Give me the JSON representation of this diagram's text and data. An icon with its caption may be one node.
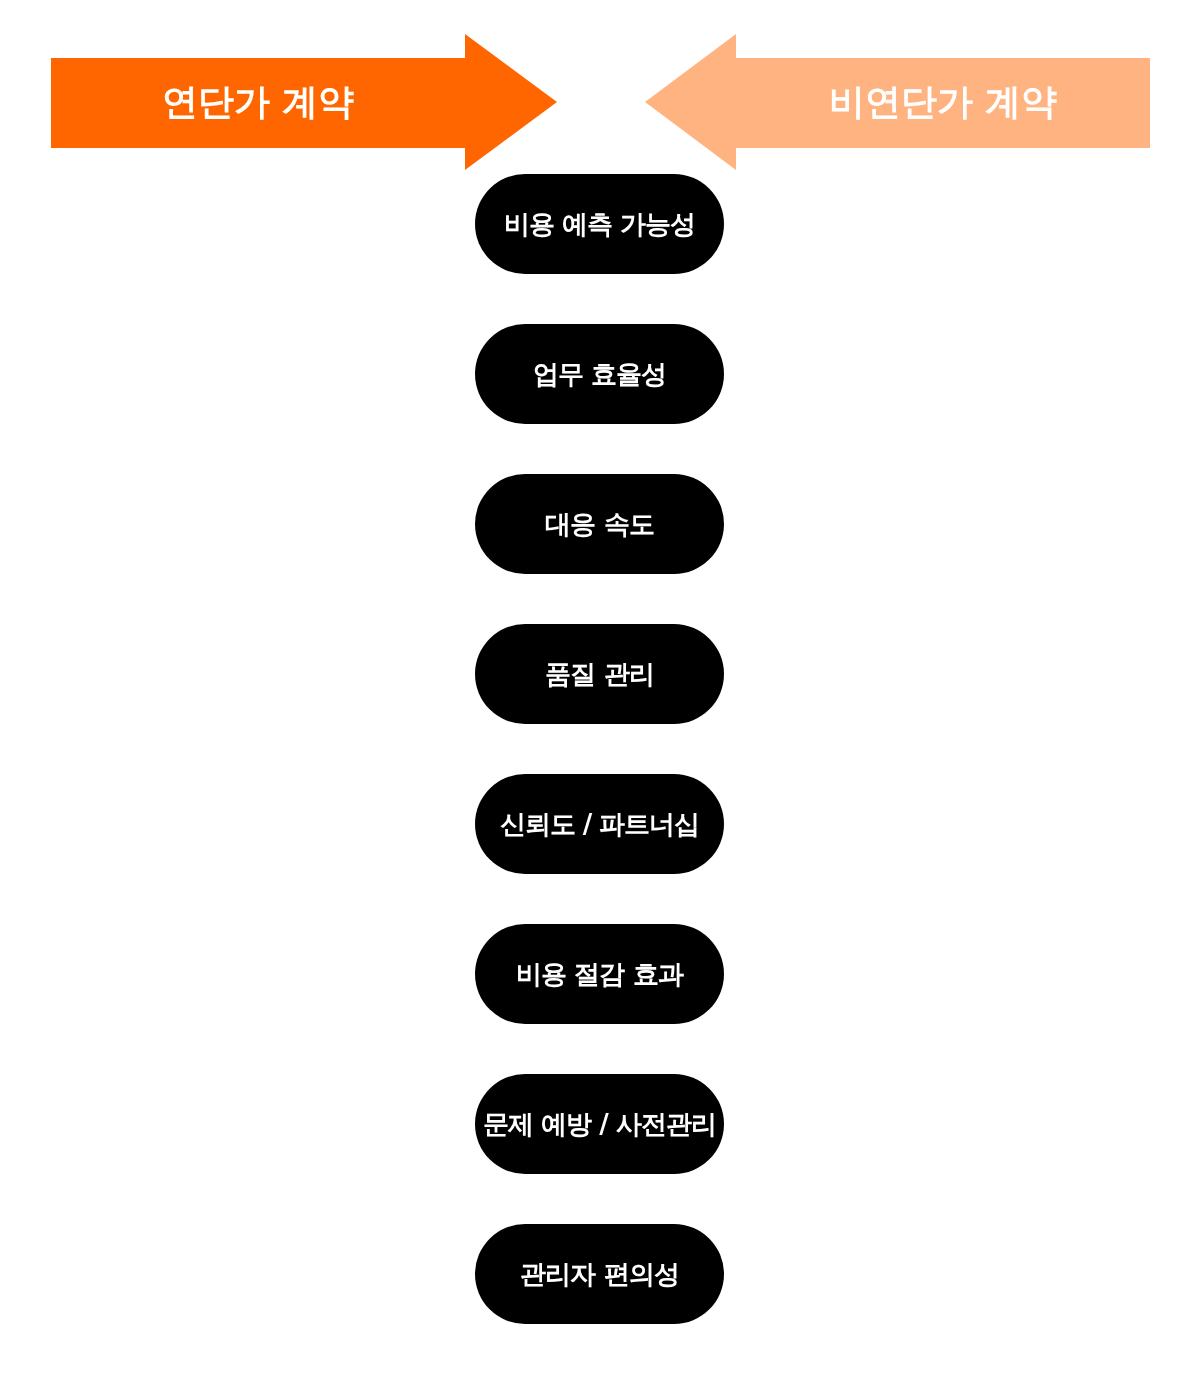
{
  "diagram": {
    "nodes": [
      {
        "text": [
          "연단가 계약"
        ]
      },
      {
        "text": [
          "비연단가 계약"
        ]
      },
      {
        "text": [
          "비용 예측 가능성"
        ]
      },
      {
        "text": [
          "업무 효율성"
        ]
      },
      {
        "text": [
          "대응 속도"
        ]
      },
      {
        "text": [
          "품질 관리"
        ]
      },
      {
        "text": [
          "신뢰도 / 파트너십"
        ]
      },
      {
        "text": [
          "비용 절감 효과"
        ]
      },
      {
        "text": [
          "문제 예방 / 사전관리"
        ]
      },
      {
        "text": [
          "관리자 편의성"
        ]
      }
    ]
  }
}
